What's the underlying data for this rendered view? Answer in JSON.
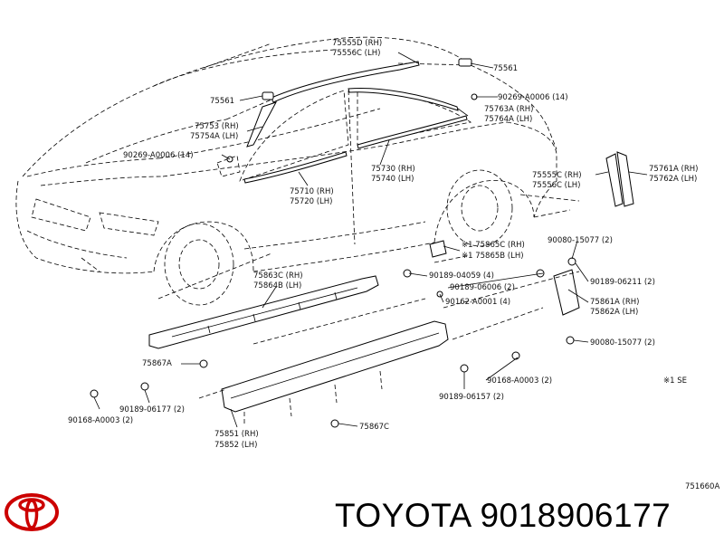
{
  "brand": {
    "logo_name": "Toyota",
    "text": "TOYOTA 9018906177"
  },
  "diagram": {
    "code": "751660A",
    "note": "※1 SE",
    "labels": {
      "l_75555d": "75555D (RH)",
      "l_75556c": "75556C (LH)",
      "l_75561_top": "75561",
      "l_75561_left": "75561",
      "l_90269_a0006_14_r": "90269-A0006 (14)",
      "l_75763a": "75763A (RH)",
      "l_75764a": "75764A (LH)",
      "l_75753": "75753 (RH)",
      "l_75754a": "75754A (LH)",
      "l_90269_a0006_14_l": "90269-A0006 (14)",
      "l_75730": "75730 (RH)",
      "l_75740": "75740 (LH)",
      "l_75710": "75710 (RH)",
      "l_75720": "75720 (LH)",
      "l_75555c": "75555C (RH)",
      "l_75556c_b": "75556C (LH)",
      "l_75761a": "75761A (RH)",
      "l_75762a": "75762A (LH)",
      "l_75865c": "※1 75865C (RH)",
      "l_75865b": "※1 75865B (LH)",
      "l_90080_15077_top": "90080-15077 (2)",
      "l_90189_04059": "90189-04059 (4)",
      "l_90189_06211": "90189-06211 (2)",
      "l_90189_06006": "90189-06006 (2)",
      "l_75863c": "75863C (RH)",
      "l_75864b": "75864B (LH)",
      "l_90162_a0001": "90162-A0001 (4)",
      "l_75861a": "75861A (RH)",
      "l_75862a": "75862A (LH)",
      "l_90080_15077_bot": "90080-15077 (2)",
      "l_75867a": "75867A",
      "l_90168_a0003_r": "90168-A0003 (2)",
      "l_90189_06177_l": "90189-06177 (2)",
      "l_90189_06157": "90189-06157 (2)",
      "l_90168_a0003_l": "90168-A0003 (2)",
      "l_75851": "75851 (RH)",
      "l_75852": "75852 (LH)",
      "l_75867c": "75867C"
    }
  }
}
